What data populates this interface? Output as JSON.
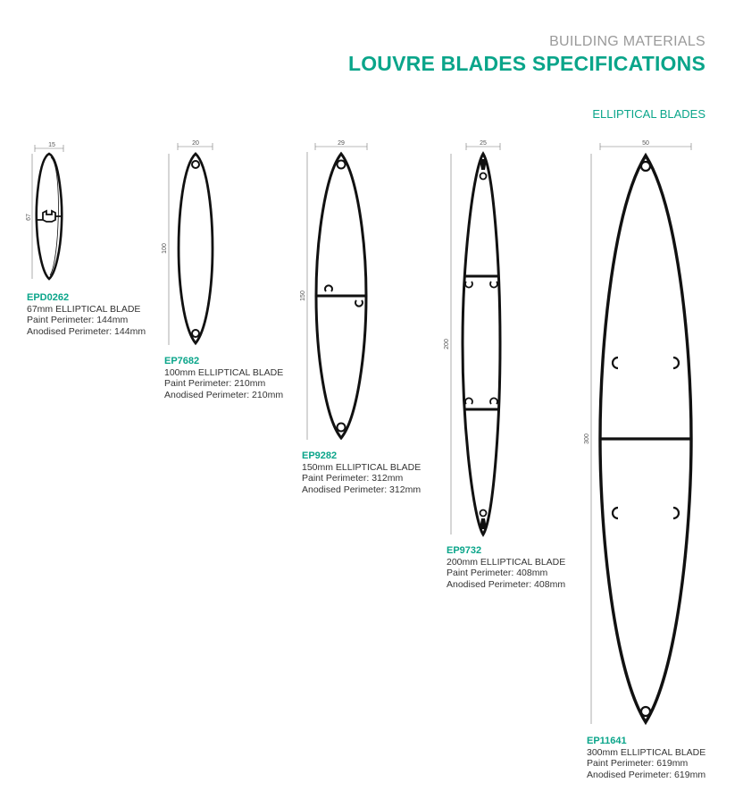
{
  "header": {
    "category": "BUILDING MATERIALS",
    "title": "LOUVRE BLADES SPECIFICATIONS",
    "section": "ELLIPTICAL BLADES"
  },
  "colors": {
    "accent": "#0aa58a",
    "muted": "#9a9a9a",
    "stroke": "#111111"
  },
  "blades": [
    {
      "code": "EPD0262",
      "name": "67mm ELLIPTICAL BLADE",
      "paint": "Paint Perimeter: 144mm",
      "anodised": "Anodised Perimeter: 144mm",
      "width_label": "15",
      "height_label": "67"
    },
    {
      "code": "EP7682",
      "name": "100mm ELLIPTICAL BLADE",
      "paint": "Paint Perimeter: 210mm",
      "anodised": "Anodised Perimeter: 210mm",
      "width_label": "20",
      "height_label": "100"
    },
    {
      "code": "EP9282",
      "name": "150mm ELLIPTICAL BLADE",
      "paint": "Paint Perimeter: 312mm",
      "anodised": "Anodised Perimeter: 312mm",
      "width_label": "29",
      "height_label": "150"
    },
    {
      "code": "EP9732",
      "name": "200mm ELLIPTICAL BLADE",
      "paint": "Paint Perimeter: 408mm",
      "anodised": "Anodised Perimeter: 408mm",
      "width_label": "25",
      "height_label": "200"
    },
    {
      "code": "EP11641",
      "name": "300mm ELLIPTICAL BLADE",
      "paint": "Paint Perimeter: 619mm",
      "anodised": "Anodised Perimeter: 619mm",
      "width_label": "50",
      "height_label": "300"
    }
  ]
}
